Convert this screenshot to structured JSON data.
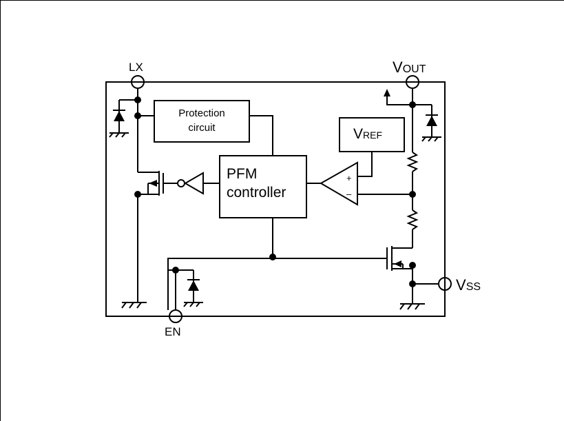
{
  "pins": {
    "lx": "LX",
    "vout_main": "V",
    "vout_sub": "OUT",
    "vss_main": "V",
    "vss_sub": "SS",
    "en": "EN"
  },
  "blocks": {
    "protection_line1": "Protection",
    "protection_line2": "circuit",
    "pfm_line1": "PFM",
    "pfm_line2": "controller",
    "vref_main": "V",
    "vref_sub": "REF"
  },
  "amp": {
    "plus": "+",
    "minus": "–"
  }
}
